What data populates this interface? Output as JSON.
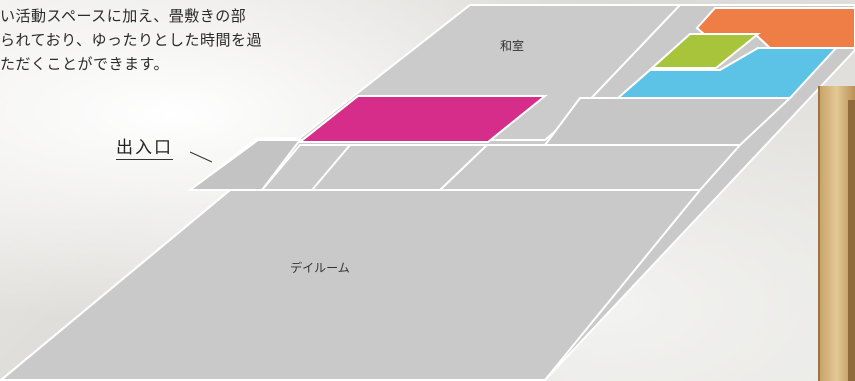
{
  "intro": {
    "line1": "い活動スペースに加え、畳敷きの部",
    "line2": "られており、ゆったりとした時間を過",
    "line3": "ただくことができます。"
  },
  "entrance_label": "出入口",
  "rooms": {
    "washitsu": "和室",
    "day_room": "デイルーム"
  },
  "colors": {
    "floor": "#c9c9c9",
    "magenta": "#d62d8a",
    "orange": "#ef7d46",
    "lime": "#a8c43a",
    "sky": "#5cc3e6",
    "wall_lines": "#ffffff"
  }
}
